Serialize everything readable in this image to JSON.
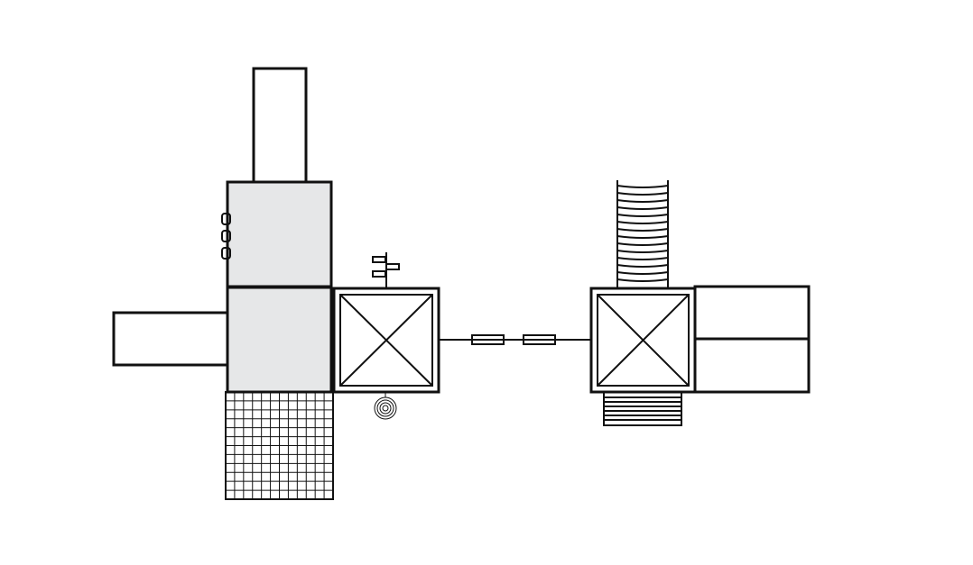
{
  "diagram": {
    "colors": {
      "stroke": "#111111",
      "deck_fill": "#e6e7e8",
      "background": "#ffffff"
    },
    "components": [
      "tower-left",
      "tower-right",
      "roof-deck",
      "platform-deck",
      "slide-top",
      "slide-left",
      "climbing-net",
      "steering-wheel-panel",
      "spiral-climber",
      "rope-bridge",
      "ladder-stair",
      "step-stair",
      "bench-panels"
    ]
  }
}
